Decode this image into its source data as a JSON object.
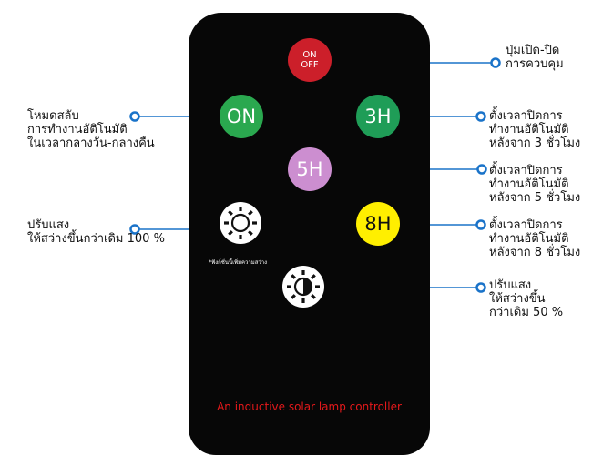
{
  "remote": {
    "buttons": {
      "onoff_line1": "ON",
      "onoff_line2": "OFF",
      "on": "ON",
      "h3": "3H",
      "h5": "5H",
      "h8": "8H"
    },
    "sensor_note": "*ฟังก์ชั่นนี้เพิ่มความสว่าง",
    "caption": "An inductive solar lamp controller"
  },
  "labels": {
    "onoff": [
      "ปุ่มเปิด-ปิด",
      "การควบคุม"
    ],
    "auto_mode": [
      "โหมดสลับ",
      "การทำงานอัติโนมัติ",
      "ในเวลากลางวัน-กลางคืน"
    ],
    "timer_3h": [
      "ตั้งเวลาปิดการ",
      "ทำงานอัติโนมัติ",
      "หลังจาก 3 ชั่วโมง"
    ],
    "timer_5h": [
      "ตั้งเวลาปิดการ",
      "ทำงานอัติโนมัติ",
      "หลังจาก 5 ชั่วโมง"
    ],
    "timer_8h": [
      "ตั้งเวลาปิดการ",
      "ทำงานอัติโนมัติ",
      "หลังจาก 8 ชั่วโมง"
    ],
    "bright_100": [
      "ปรับแสง",
      "ให้สว่างขึ้นกว่าเดิม 100 %"
    ],
    "bright_50": [
      "ปรับแสง",
      "ให้สว่างขึ้น",
      "กว่าเดิม 50 %"
    ]
  },
  "colors": {
    "connector": "#1a73c9",
    "onoff": "#cc1f2a",
    "on": "#2aa84f",
    "h3": "#1f9d57",
    "h5": "#cc8ed0",
    "h8": "#ffef00",
    "caption": "#e5191b"
  }
}
